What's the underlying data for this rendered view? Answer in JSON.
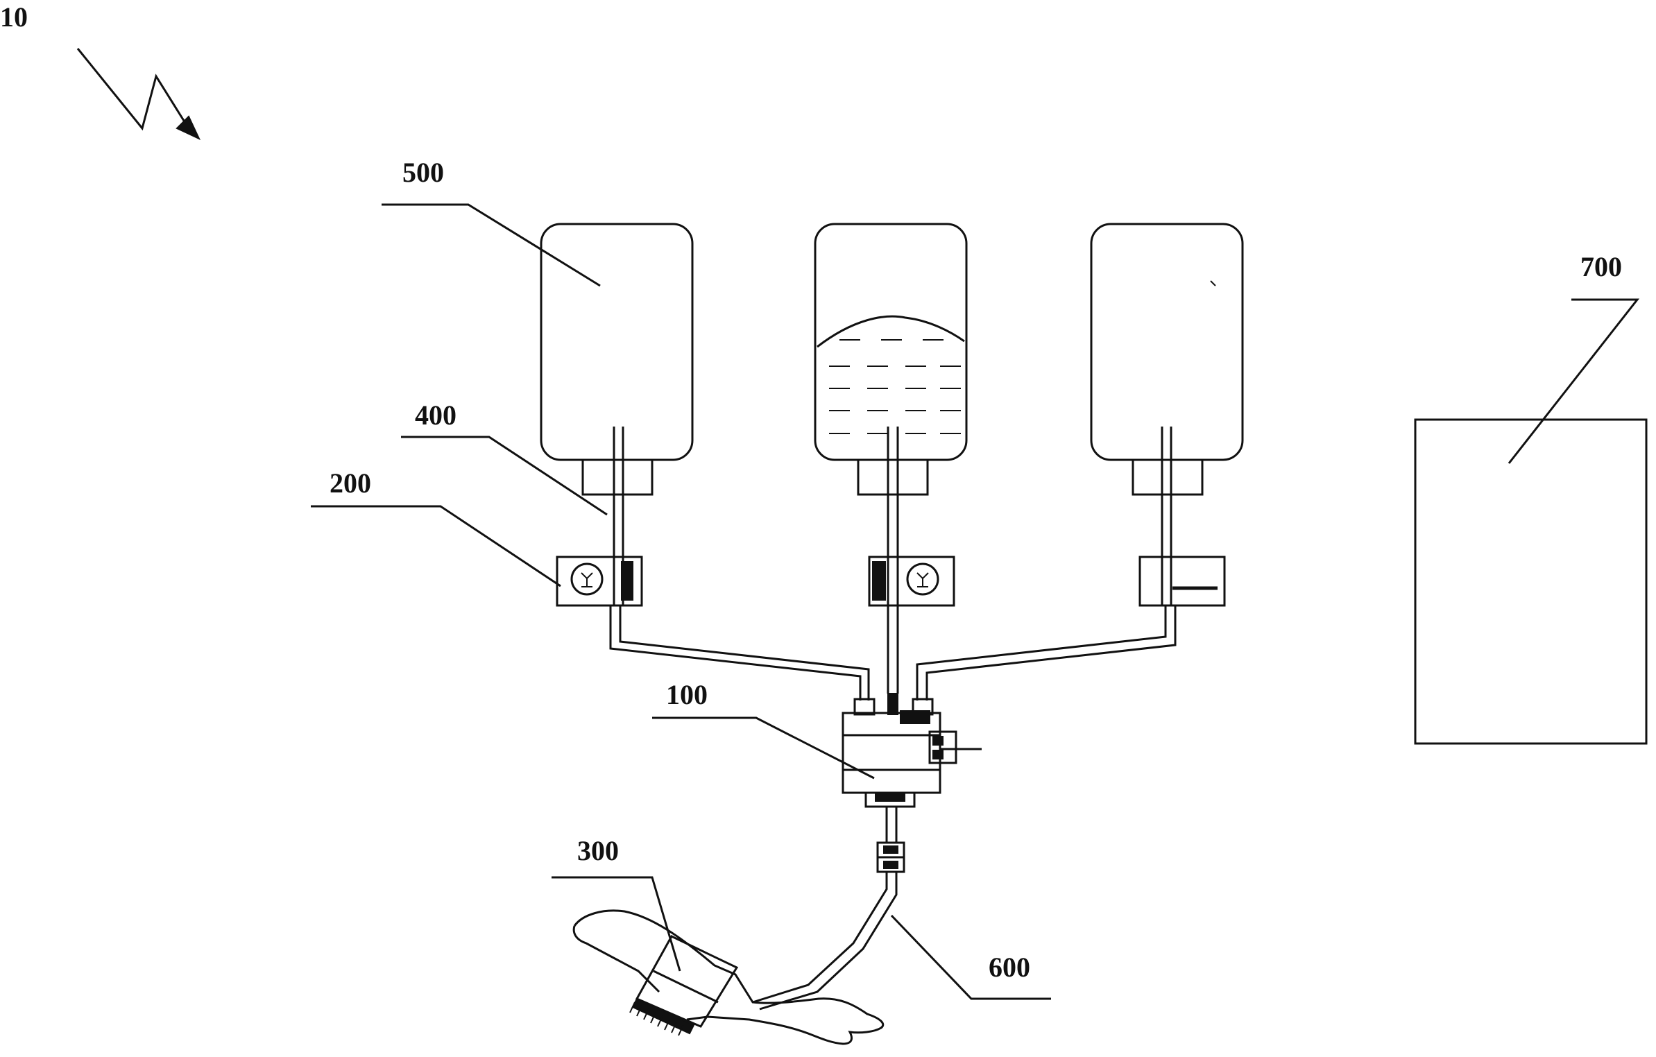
{
  "labels": {
    "figure": "10",
    "control_unit": "100",
    "flow_meter": "200",
    "cuff": "300",
    "drip_tube": "400",
    "infusion_bottle": "500",
    "infusion_line": "600",
    "terminal": "700"
  },
  "colors": {
    "ink": "#111111",
    "background": "#ffffff"
  }
}
